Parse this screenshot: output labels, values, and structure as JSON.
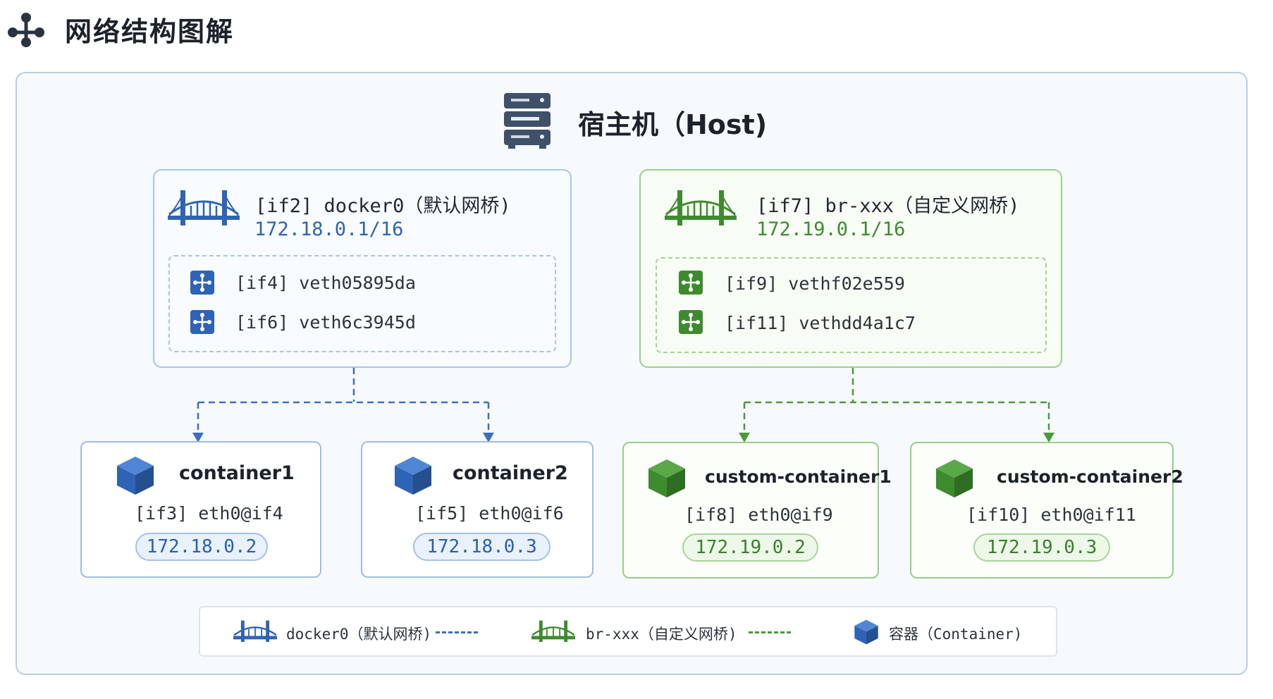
{
  "page_title": "网络结构图解",
  "host": {
    "title": "宿主机（Host)"
  },
  "bridges": [
    {
      "name": "[if2] docker0（默认网桥)",
      "ip": "172.18.0.1/16",
      "veths": [
        "[if4] veth05895da",
        "[if6] veth6c3945d"
      ],
      "color": "#2f63b5"
    },
    {
      "name": "[if7] br-xxx（自定义网桥)",
      "ip": "172.19.0.1/16",
      "veths": [
        "[if9] vethf02e559",
        "[if11] vethdd4a1c7"
      ],
      "color": "#3e8b2f"
    }
  ],
  "containers": [
    {
      "name": "container1",
      "iface": "[if3] eth0@if4",
      "ip": "172.18.0.2"
    },
    {
      "name": "container2",
      "iface": "[if5] eth0@if6",
      "ip": "172.18.0.3"
    },
    {
      "name": "custom-container1",
      "iface": "[if8] eth0@if9",
      "ip": "172.19.0.2"
    },
    {
      "name": "custom-container2",
      "iface": "[if10] eth0@if11",
      "ip": "172.19.0.3"
    }
  ],
  "legend": {
    "docker0": "docker0（默认网桥)",
    "brxxx": "br-xxx（自定义网桥)",
    "container": "容器（Container)"
  },
  "icons": {
    "title": "network-topology-icon",
    "host": "server-icon",
    "bridge": "bridge-icon",
    "veth": "network-node-icon",
    "container": "cube-icon"
  },
  "colors": {
    "blue": "#2f63b5",
    "green": "#3e8b2f",
    "blue_border": "#aac4e4",
    "green_border": "#9ccf8d"
  }
}
